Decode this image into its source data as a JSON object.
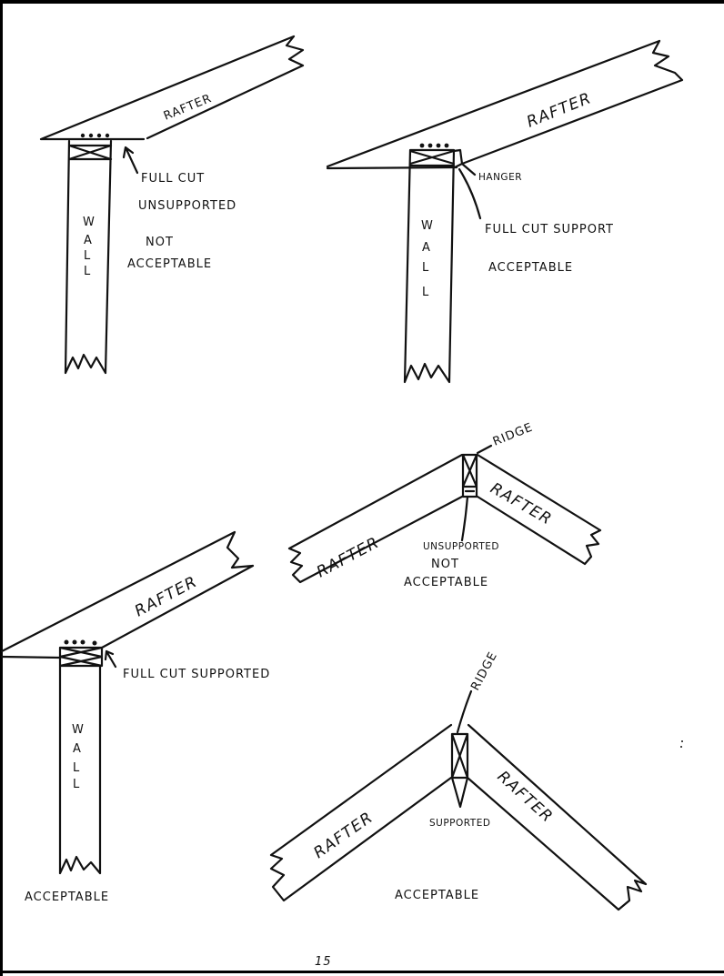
{
  "page": {
    "page_number": "15"
  },
  "diagrams": [
    {
      "id": "wall-unsupported",
      "rafter_label": "RAFTER",
      "wall_label_letters": [
        "W",
        "A",
        "L",
        "L"
      ],
      "callout": [
        "FULL CUT",
        "UNSUPPORTED"
      ],
      "verdict": [
        "NOT",
        "ACCEPTABLE"
      ]
    },
    {
      "id": "wall-hanger",
      "rafter_label": "RAFTER",
      "wall_label_letters": [
        "W",
        "A",
        "L",
        "L"
      ],
      "hanger_label": "HANGER",
      "callout": [
        "FULL CUT SUPPORT"
      ],
      "verdict": [
        "ACCEPTABLE"
      ]
    },
    {
      "id": "ridge-unsupported",
      "ridge_label": "RIDGE",
      "left_rafter_label": "RAFTER",
      "right_rafter_label": "RAFTER",
      "callout": [
        "UNSUPPORTED"
      ],
      "verdict": [
        "NOT",
        "ACCEPTABLE"
      ]
    },
    {
      "id": "wall-supported",
      "rafter_label": "RAFTER",
      "wall_label_letters": [
        "W",
        "A",
        "L",
        "L"
      ],
      "callout": [
        "FULL CUT SUPPORTED"
      ],
      "verdict": [
        "ACCEPTABLE"
      ]
    },
    {
      "id": "ridge-supported",
      "ridge_label": "RIDGE",
      "left_rafter_label": "RAFTER",
      "right_rafter_label": "RAFTER",
      "callout": [
        "SUPPORTED"
      ],
      "verdict": [
        "ACCEPTABLE"
      ]
    }
  ]
}
